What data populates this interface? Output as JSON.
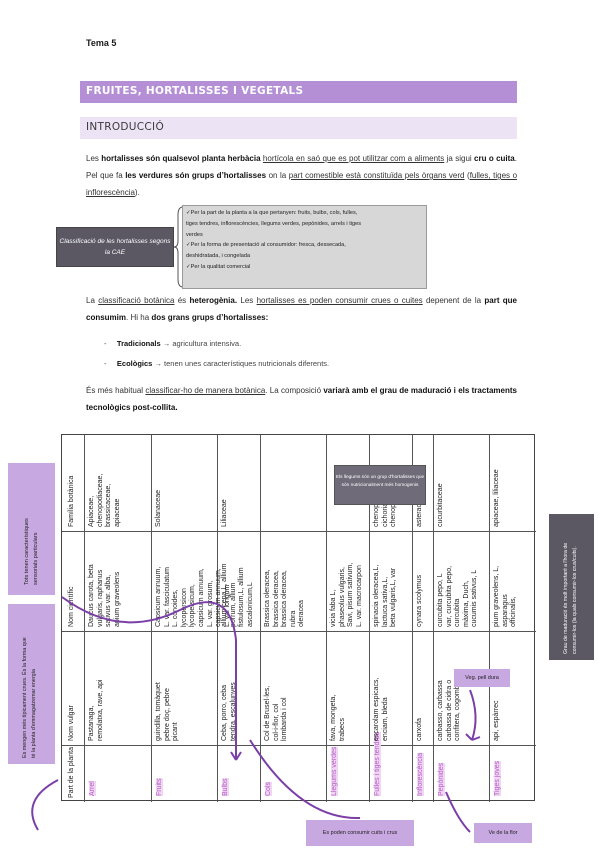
{
  "header": {
    "tema": "Tema 5"
  },
  "bands": {
    "title": "FRUITES, HORTALISSES I VEGETALS",
    "subtitle": "INTRODUCCIÓ"
  },
  "intro": {
    "p1": [
      {
        "t": "Les ",
        "s": ""
      },
      {
        "t": "hortalisses són qualsevol planta herbàcia",
        "s": "b"
      },
      {
        "t": " ",
        "s": ""
      },
      {
        "t": "hortícola en saó que es pot utilitzar com a aliments",
        "s": "u"
      },
      {
        "t": " ja sigui ",
        "s": ""
      },
      {
        "t": "cru o cuita",
        "s": "b"
      },
      {
        "t": ". Pel que fa ",
        "s": ""
      },
      {
        "t": "les verdures són grups d’hortalisses",
        "s": "b"
      },
      {
        "t": " on la ",
        "s": ""
      },
      {
        "t": "part comestible està constituïda pels òrgans verd",
        "s": "u"
      },
      {
        "t": " (",
        "s": ""
      },
      {
        "t": "fulles, tiges o inflorescència",
        "s": "u"
      },
      {
        "t": ").",
        "s": ""
      }
    ],
    "p2": [
      {
        "t": "La ",
        "s": ""
      },
      {
        "t": "classificació botànica",
        "s": "u"
      },
      {
        "t": " és ",
        "s": ""
      },
      {
        "t": "heterogènia.",
        "s": "b"
      },
      {
        "t": " Les ",
        "s": ""
      },
      {
        "t": "hortalisses es poden consumir crues o cuites",
        "s": "u"
      },
      {
        "t": " depenent de la ",
        "s": ""
      },
      {
        "t": "part que consumim",
        "s": "b"
      },
      {
        "t": ". Hi ha ",
        "s": ""
      },
      {
        "t": "dos grans grups d’hortalisses:",
        "s": "b"
      }
    ],
    "bullets": [
      {
        "label": "Tradicionals",
        "rest": " → agricultura intensiva."
      },
      {
        "label": "Ecològics",
        "rest": " → tenen unes característiques nutricionals diferents."
      }
    ],
    "p3": [
      {
        "t": "És més habitual ",
        "s": ""
      },
      {
        "t": "classificar-ho de manera botànica",
        "s": "u"
      },
      {
        "t": ". La composició ",
        "s": ""
      },
      {
        "t": "variarà amb el grau de maduració i els tractaments tecnològics post-collita.",
        "s": "b"
      }
    ]
  },
  "classification": {
    "box_label": "Classificació de les hortalisses segons la CAE",
    "criteria": [
      "✓Per la part de la planta a la que pertanyen: fruits, bulbs, cols, fulles,",
      "tiges tendres, inflorescències, llegums verdes, pepònides, arrels i tiges",
      "verdes",
      "✓Per la forma de presentació al consumidor: fresca, dessecada,",
      "deshidratada, i congelada",
      "✓Per la qualitat comercial"
    ]
  },
  "table": {
    "headers": [
      "Part de la planta",
      "Nom vulgar",
      "Nom científic",
      "Família botànica"
    ],
    "rows": [
      {
        "part": "Arrel",
        "vulgar": [
          "Pastanaga,",
          "remolatxa, rave, api"
        ],
        "cientific": [
          "Daucus carota, beta",
          "vulgaris, raphanus",
          "sativus var. alba,",
          "apium graveolens"
        ],
        "familia": [
          "Apiaceae,",
          "chenopodiaceae,",
          "brassicaceae,",
          "apiaceae"
        ]
      },
      {
        "part": "Fruits",
        "vulgar": [
          "guindilla, tomàquet",
          "pebre doç, pebre",
          "picant"
        ],
        "cientific": [
          "Capsicum annuum,",
          "L. var. fasciculatum",
          "L. conoides,",
          "lycopersicon",
          "lycopersicum,",
          "capsicum annuum,",
          "L. var. grosum,",
          "capsicum annuum,",
          "L. var longum"
        ],
        "familia": [
          "Solanaceae"
        ]
      },
      {
        "part": "Bulbs",
        "vulgar": [
          "Ceba, porro, ceba",
          "tendra, escalunyes"
        ],
        "cientific": [
          "allium cepa,L, allium",
          "porrum, allium",
          "fistulosum,L, allium",
          "ascalonicum,L"
        ],
        "familia": [
          "Liliaceae"
        ]
      },
      {
        "part": "Cols",
        "vulgar": [
          "Col de Brusel·les,",
          "col-i-flor, col",
          "lombarda i col"
        ],
        "cientific": [
          "Brassica oleracea,",
          "brassica oleracea,",
          "brassica oleracea,",
          "rubra",
          "oleracea"
        ],
        "familia": []
      },
      {
        "part": "Llegums verdes",
        "vulgar": [
          "fava, mongeta,",
          "trabecs"
        ],
        "cientific": [
          "vicia faba L,",
          "phaseolus vulgaris,",
          "Savi, pisum sativum,",
          "L. var. macrocarpon"
        ],
        "familia": []
      },
      {
        "part": "Fulles i tiges tendres",
        "vulgar": [
          "escarolam espicacs,",
          "enciam, bleda"
        ],
        "cientific": [
          "spinacia oleracea,L,",
          "lactuca sativa,L,",
          "beta vulgaris,L, var"
        ],
        "familia": [
          "chenopodiaceae,",
          "cichoriaceae,",
          "chenopodiaceae"
        ]
      },
      {
        "part": "Inflorescència",
        "vulgar": [
          "carxofa"
        ],
        "cientific": [
          "cynara scolymus"
        ],
        "familia": [
          "asteraceae"
        ]
      },
      {
        "part": "Pepònides",
        "vulgar": [
          "carbasso, carbassa",
          "carbassa de cidra o",
          "confitera, cogombre"
        ],
        "cientific": [
          "curcubita pepo, L",
          "var, curcubita pepo,",
          "curcubita",
          "màxima, Duch,",
          "cucumis sativus, L"
        ],
        "familia": [
          "cucurbitaceae"
        ]
      },
      {
        "part": "Tiges joves",
        "vulgar": [
          "api, espàrrec"
        ],
        "cientific": [
          "pium graveolens, L,",
          "asparagus",
          "officinalis,"
        ],
        "familia": [
          "apiaceae, liliaceae"
        ]
      }
    ]
  },
  "annotations": {
    "cols_note": "Els llegums són un grup d'hortalisses que són nutricionalment més homogenis",
    "left_top": [
      "Tots tenen característiques",
      "sensorials particulars"
    ],
    "left_bottom": [
      "Es mengen més típicament crues. És la forma que",
      "té la planta d'emmagatzemar energia"
    ],
    "right": [
      "Grau de maduració és molt important a l'hora de",
      "consumir-los (la quals consumir-los crus/cuits)."
    ],
    "veg_pell_dura": "Veg. pell dura",
    "consumir": "Es poden consumir cuits i crus",
    "ve_flor": "Ve de la flor"
  }
}
